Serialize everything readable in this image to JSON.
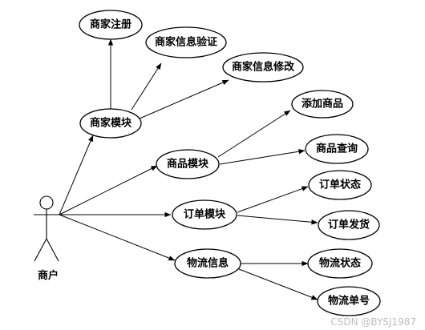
{
  "actor": {
    "label": "商户"
  },
  "nodes": {
    "merchant_module": "商家模块",
    "merchant_register": "商家注册",
    "merchant_verify": "商家信息验证",
    "merchant_modify": "商家信息修改",
    "product_module": "商品模块",
    "add_product": "添加商品",
    "product_query": "商品查询",
    "order_module": "订单模块",
    "order_status": "订单状态",
    "order_ship": "订单发货",
    "logistics_info": "物流信息",
    "logistics_status": "物流状态",
    "logistics_number": "物流单号"
  },
  "watermark": "CSDN @BYSJ1987"
}
